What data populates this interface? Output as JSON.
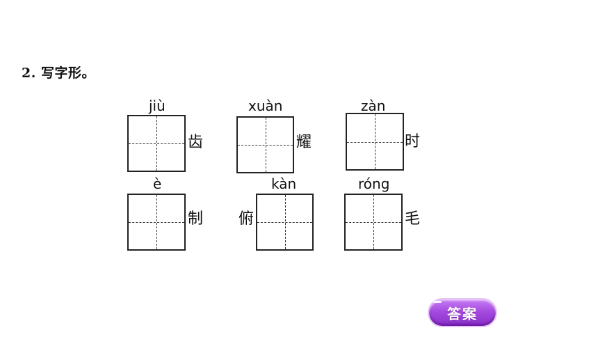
{
  "question": {
    "title": "2. 写字形。"
  },
  "items": [
    {
      "pinyin": "jiù",
      "char": "齿",
      "char_side": "right"
    },
    {
      "pinyin": "xuàn",
      "char": "耀",
      "char_side": "right"
    },
    {
      "pinyin": "zàn",
      "char": "时",
      "char_side": "right"
    },
    {
      "pinyin": "è",
      "char": "制",
      "char_side": "right"
    },
    {
      "pinyin": "kàn",
      "char": "俯",
      "char_side": "left"
    },
    {
      "pinyin": "róng",
      "char": "毛",
      "char_side": "right"
    }
  ],
  "answer_button": {
    "label": "答案",
    "color": "#a64be0"
  }
}
